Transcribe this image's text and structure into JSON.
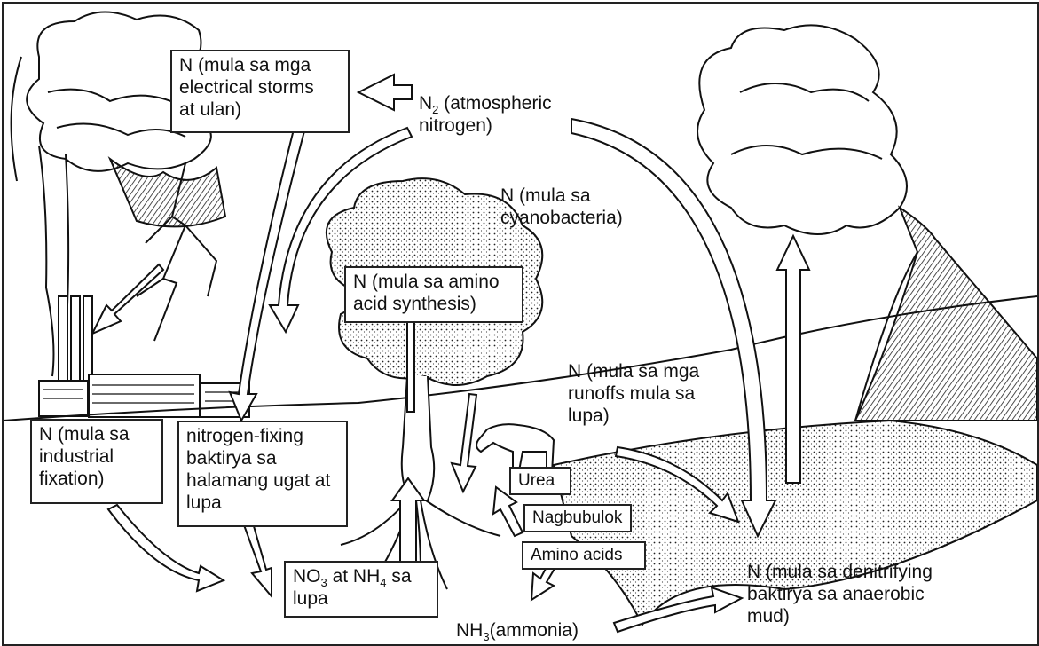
{
  "labels": {
    "storm": "N (mula sa mga\nelectrical storms\nat ulan)",
    "n2_main": "N",
    "n2_sub": "2",
    "n2_rest": " (atmospheric\nnitrogen)",
    "cyano": "N (mula sa\ncyanobacteria)",
    "amino_synth": "N (mula sa amino\nacid synthesis)",
    "runoff": "N (mula sa mga\nrunoffs mula sa\nlupa)",
    "industrial": "N (mula sa\nindustrial\nfixation)",
    "nfix": "nitrogen-fixing\nbaktirya sa\nhalamang ugat at\nlupa",
    "urea": "Urea",
    "nagbubulok": "Nagbubulok",
    "amino_acids": "Amino acids",
    "no3_a": "NO",
    "no3_sub": "3",
    "no3_b": " at NH",
    "nh4_sub": "4",
    "no3_c": "  sa\nlupa",
    "nh3_a": "NH",
    "nh3_sub": "3",
    "nh3_b": "(ammonia)",
    "denitrify": "N (mula sa  denitrifying\nbaktirya sa anaerobic\nmud)"
  },
  "colors": {
    "ink": "#111111",
    "background": "#ffffff"
  },
  "icons": [
    "storm-cloud",
    "lightning",
    "factory",
    "tree",
    "horse",
    "volcano",
    "arrow"
  ]
}
